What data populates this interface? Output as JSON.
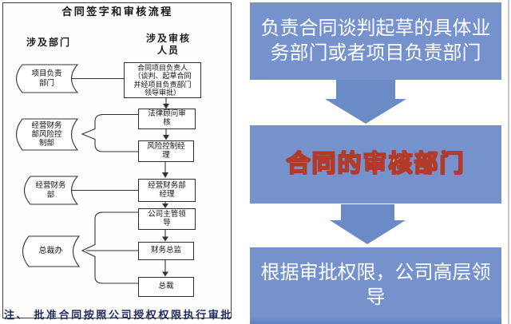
{
  "left_panel": {
    "title": "合同签字和审核流程",
    "columns": [
      {
        "label": "涉及部门"
      },
      {
        "label": "涉及审核\n人员"
      }
    ],
    "dept_shapes": [
      {
        "label": "项目负责\n部门"
      },
      {
        "label": "经营财务\n部风险控\n制部"
      },
      {
        "label": "经营财务\n部"
      },
      {
        "label": "总裁办"
      }
    ],
    "flow_boxes": [
      {
        "label": "合同项目负责人\n（谈判、起草合同\n并经项目负责部门\n领导审批）"
      },
      {
        "label": "法律顾问审\n核"
      },
      {
        "label": "风险控制经\n理"
      },
      {
        "label": "经营财务部\n经理"
      },
      {
        "label": "公司主管领\n导"
      },
      {
        "label": "财务总监"
      },
      {
        "label": "总裁"
      }
    ],
    "note": "注、 批准合同按照公司授权权限执行审批"
  },
  "right_panel": {
    "steps": [
      {
        "text": "负责合同谈判起草的具体业\n务部门或者项目负责部门"
      },
      {
        "text": "合同的审核部门"
      },
      {
        "text": "根据审批权限，公司高层领\n导"
      }
    ]
  },
  "colors": {
    "block_blue": "#7592cd",
    "arrow_blue": "#6b8bc7",
    "highlight_text": "#cbdf4e",
    "highlight_outline": "#b23a2a",
    "note_text": "#1f2d5e",
    "flow_stroke": "#333333"
  }
}
